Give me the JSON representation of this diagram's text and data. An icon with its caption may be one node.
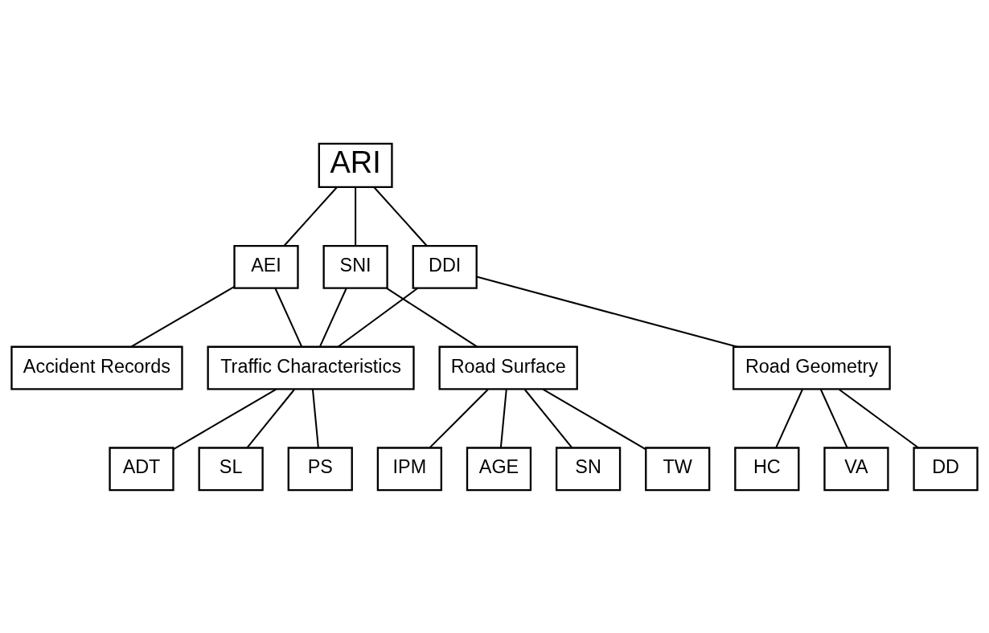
{
  "diagram": {
    "nodes": [
      {
        "text": [
          "ARI"
        ]
      },
      {
        "text": [
          "AEI"
        ]
      },
      {
        "text": [
          "SNI"
        ]
      },
      {
        "text": [
          "DDI"
        ]
      },
      {
        "text": [
          "Accident Records"
        ]
      },
      {
        "text": [
          "Traffic Characteristics"
        ]
      },
      {
        "text": [
          "Road Surface"
        ]
      },
      {
        "text": [
          "Road Geometry"
        ]
      },
      {
        "text": [
          "ADT"
        ]
      },
      {
        "text": [
          "SL"
        ]
      },
      {
        "text": [
          "PS"
        ]
      },
      {
        "text": [
          "SN"
        ]
      },
      {
        "text": [
          "TW"
        ]
      },
      {
        "text": [
          "IPM"
        ]
      },
      {
        "text": [
          "AGE"
        ]
      },
      {
        "text": [
          "HC"
        ]
      },
      {
        "text": [
          "VA"
        ]
      },
      {
        "text": [
          "DD"
        ]
      }
    ],
    "edges": [
      {
        "from": 0,
        "to": 1,
        "arrow": "none"
      },
      {
        "from": 0,
        "to": 2,
        "arrow": "none"
      },
      {
        "from": 0,
        "to": 3,
        "arrow": "none"
      },
      {
        "from": 1,
        "to": 4,
        "arrow": "none"
      },
      {
        "from": 1,
        "to": 5,
        "arrow": "none"
      },
      {
        "from": 2,
        "to": 5,
        "arrow": "none"
      },
      {
        "from": 2,
        "to": 6,
        "arrow": "none"
      },
      {
        "from": 3,
        "to": 5,
        "arrow": "none"
      },
      {
        "from": 3,
        "to": 7,
        "arrow": "none"
      },
      {
        "from": 5,
        "to": 8,
        "arrow": "none"
      },
      {
        "from": 5,
        "to": 9,
        "arrow": "none"
      },
      {
        "from": 5,
        "to": 10,
        "arrow": "none"
      },
      {
        "from": 6,
        "to": 11,
        "arrow": "none"
      },
      {
        "from": 6,
        "to": 12,
        "arrow": "none"
      },
      {
        "from": 6,
        "to": 13,
        "arrow": "none"
      },
      {
        "from": 6,
        "to": 14,
        "arrow": "none"
      },
      {
        "from": 7,
        "to": 15,
        "arrow": "none"
      },
      {
        "from": 7,
        "to": 16,
        "arrow": "none"
      },
      {
        "from": 7,
        "to": 17,
        "arrow": "none"
      }
    ]
  }
}
